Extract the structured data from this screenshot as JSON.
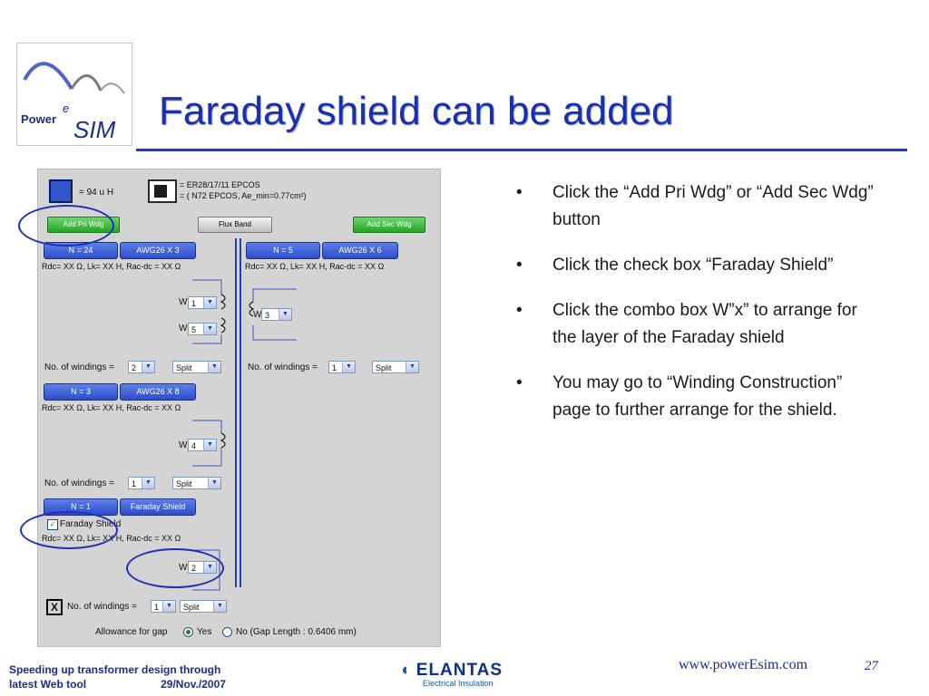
{
  "slide": {
    "title": "Faraday shield can be added",
    "bullets": [
      "Click the “Add Pri Wdg” or “Add Sec Wdg” button",
      "Click the check box “Faraday Shield”",
      "Click the combo box W”x” to arrange for the layer of the Faraday shield",
      "You may go to “Winding Construction” page to further arrange for the shield."
    ],
    "bullet_mark": "•",
    "footer_left_line1": "Speeding up transformer design through",
    "footer_left_line2": "latest Web tool",
    "footer_date": "29/Nov./2007",
    "company": "ELANTAS",
    "company_sub": "Electrical Insulation",
    "url": "www.powerEsim.com",
    "page_number": "27"
  },
  "logo": {
    "word": "Power",
    "sup": "e",
    "sim": "SIM"
  },
  "app": {
    "inductance": "= 94 u H",
    "core_line1": "= ER28/17/11 EPCOS",
    "core_line2": "= ( N72 EPCOS, Ae_min=0.77cm²)",
    "add_pri": "Add Pri Wdg",
    "flux_band": "Flux Band",
    "add_sec": "Add Sec Wdg",
    "pri1": {
      "n": "N = 24",
      "wire": "AWG26 X 3",
      "rdc": "Rdc= XX Ω, Lk= XX H, Rac-dc = XX Ω",
      "w1": "1",
      "w2": "5",
      "windings_label": "No. of windings =",
      "windings": "2",
      "split": "Split"
    },
    "sec1": {
      "n": "N = 5",
      "wire": "AWG26 X 6",
      "rdc": "Rdc= XX Ω, Lk= XX H, Rac-dc = XX Ω",
      "w1": "3",
      "windings_label": "No. of windings =",
      "windings": "1",
      "split": "Split"
    },
    "pri2": {
      "n": "N = 3",
      "wire": "AWG26 X 8",
      "rdc": "Rdc= XX Ω, Lk= XX H, Rac-dc = XX Ω",
      "w1": "4",
      "windings_label": "No. of windings =",
      "windings": "1",
      "split": "Split"
    },
    "shield": {
      "n": "N = 1",
      "label_btn": "Faraday Shield",
      "checkbox_label": "Faraday Shield",
      "rdc": "Rdc= XX Ω, Lk= XX H, Rac-dc = XX Ω",
      "w1": "2",
      "windings_label": "No. of windings =",
      "windings": "1",
      "split": "Split"
    },
    "w_label": "W",
    "x_label": "X",
    "gap_label": "Allowance for gap",
    "yes": "Yes",
    "no_text": "No (Gap Length : 0.6406 mm)",
    "arrow": "▼"
  }
}
